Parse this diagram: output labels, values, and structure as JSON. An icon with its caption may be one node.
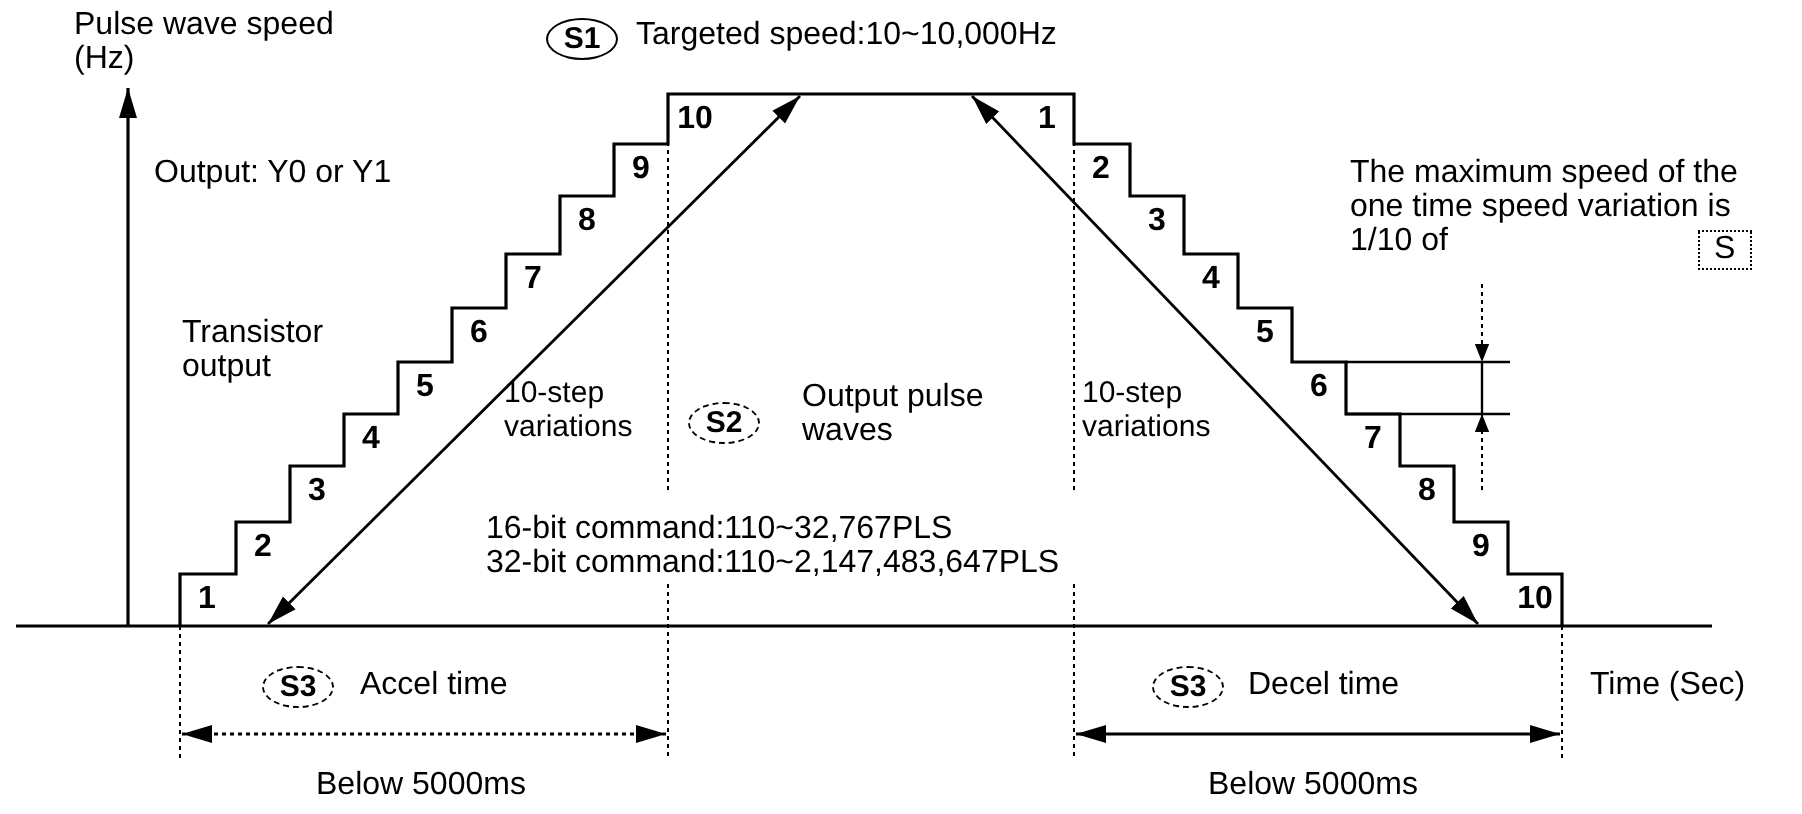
{
  "diagram": {
    "labels": [
      "Pulse wave speed (Hz)",
      "S1",
      "Targeted speed:10~10,000Hz",
      "Output: Y0 or Y1",
      "Transistor output",
      "10-step variations",
      "S2",
      "Output pulse waves",
      "16-bit command:110~32,767PLS",
      "32-bit command:110~2,147,483,647PLS",
      "10-step variations",
      "The maximum speed of the one time speed variation is 1/10 of",
      "S",
      "1",
      "2",
      "3",
      "4",
      "5",
      "6",
      "7",
      "8",
      "9",
      "10",
      "1",
      "2",
      "3",
      "4",
      "5",
      "6",
      "7",
      "8",
      "9",
      "10",
      "S3",
      "Accel time",
      "Below 5000ms",
      "S3",
      "Decel time",
      "Below 5000ms",
      "Time (Sec)"
    ]
  }
}
